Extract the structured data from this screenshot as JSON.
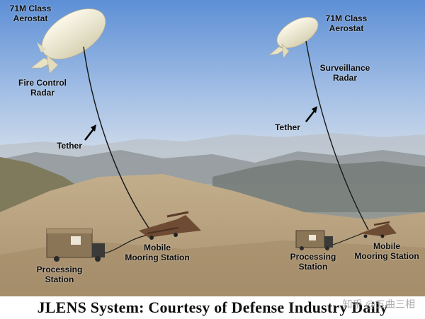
{
  "labels": {
    "aerostat_left": "71M Class\nAerostat",
    "aerostat_right": "71M Class\nAerostat",
    "fire_control_radar": "Fire Control\nRadar",
    "surveillance_radar": "Surveillance\nRadar",
    "tether_left": "Tether",
    "tether_right": "Tether",
    "mooring_left": "Mobile\nMooring Station",
    "mooring_right": "Mobile\nMooring Station",
    "processing_left": "Processing\nStation",
    "processing_right": "Processing\nStation"
  },
  "caption": "JLENS System: Courtesy of Defense Industry Daily",
  "watermark": "知乎 @五曲三相",
  "colors": {
    "sky_top": "#5d8fd6",
    "sky_bottom": "#dfe6ee",
    "ground": "#b39a78",
    "blimp": "#f3efd9",
    "label_text": "#0d0d0d"
  }
}
